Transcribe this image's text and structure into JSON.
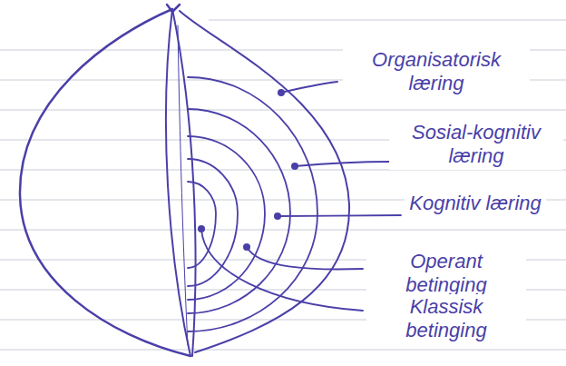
{
  "diagram": {
    "labels": [
      "Organisatorisk læring",
      "Sosial-kognitiv læring",
      "Kognitiv læring",
      "Operant betinging",
      "Klassisk betinging"
    ]
  }
}
